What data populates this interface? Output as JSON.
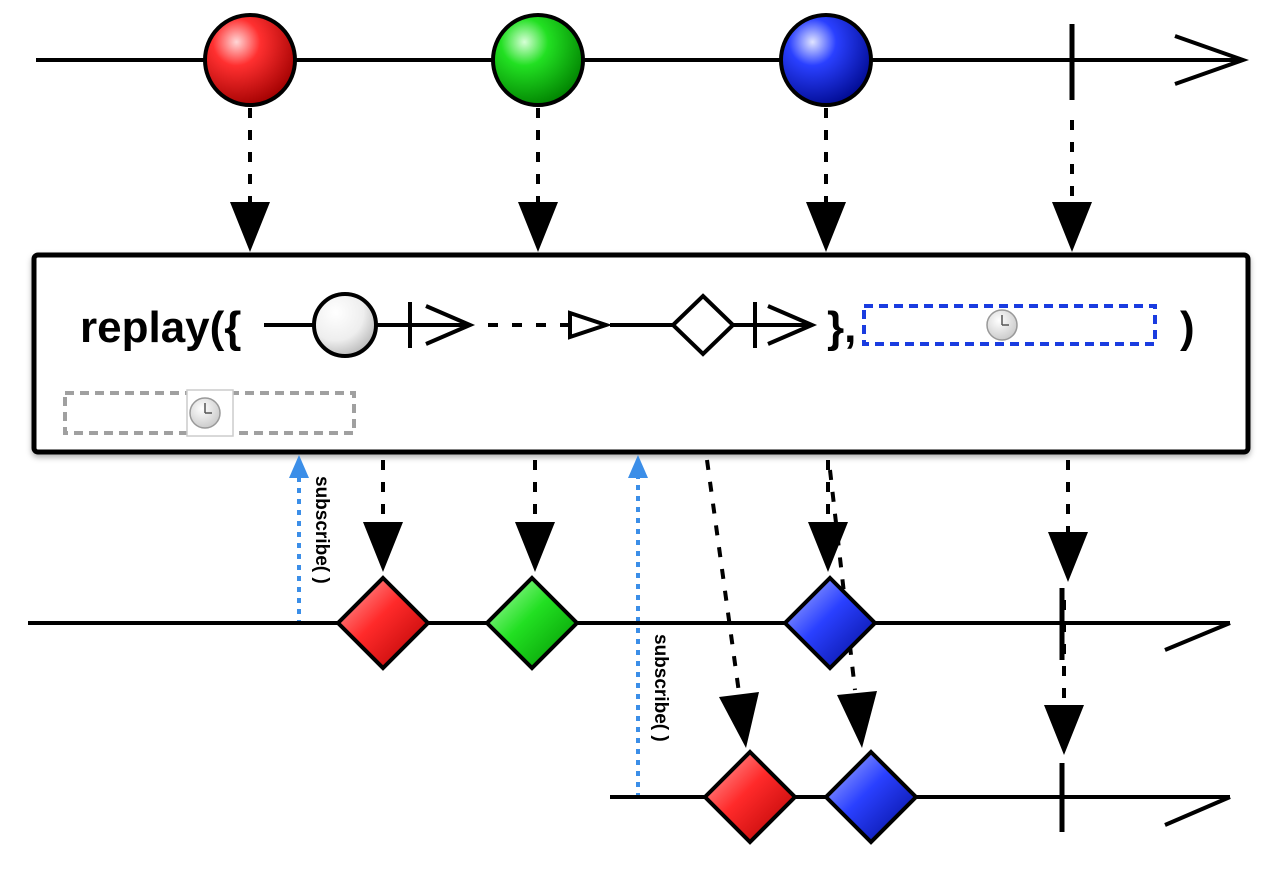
{
  "operator": {
    "prefix": "replay({",
    "middle": "},",
    "suffix": ")"
  },
  "subscribe_labels": [
    "subscribe( )",
    "subscribe( )"
  ],
  "marbles": {
    "source": [
      "red",
      "green",
      "blue"
    ],
    "subscriber_1": [
      "red",
      "green",
      "blue"
    ],
    "subscriber_2": [
      "red",
      "blue"
    ]
  },
  "colors": {
    "red": "#e81010",
    "green": "#10d010",
    "blue": "#1020e8",
    "subscribe_arrow": "#3b8ee8",
    "selector_box": "#1a3ce0",
    "scheduler_box": "#a0a0a0"
  },
  "icons": {
    "scheduler": "clock-icon"
  }
}
